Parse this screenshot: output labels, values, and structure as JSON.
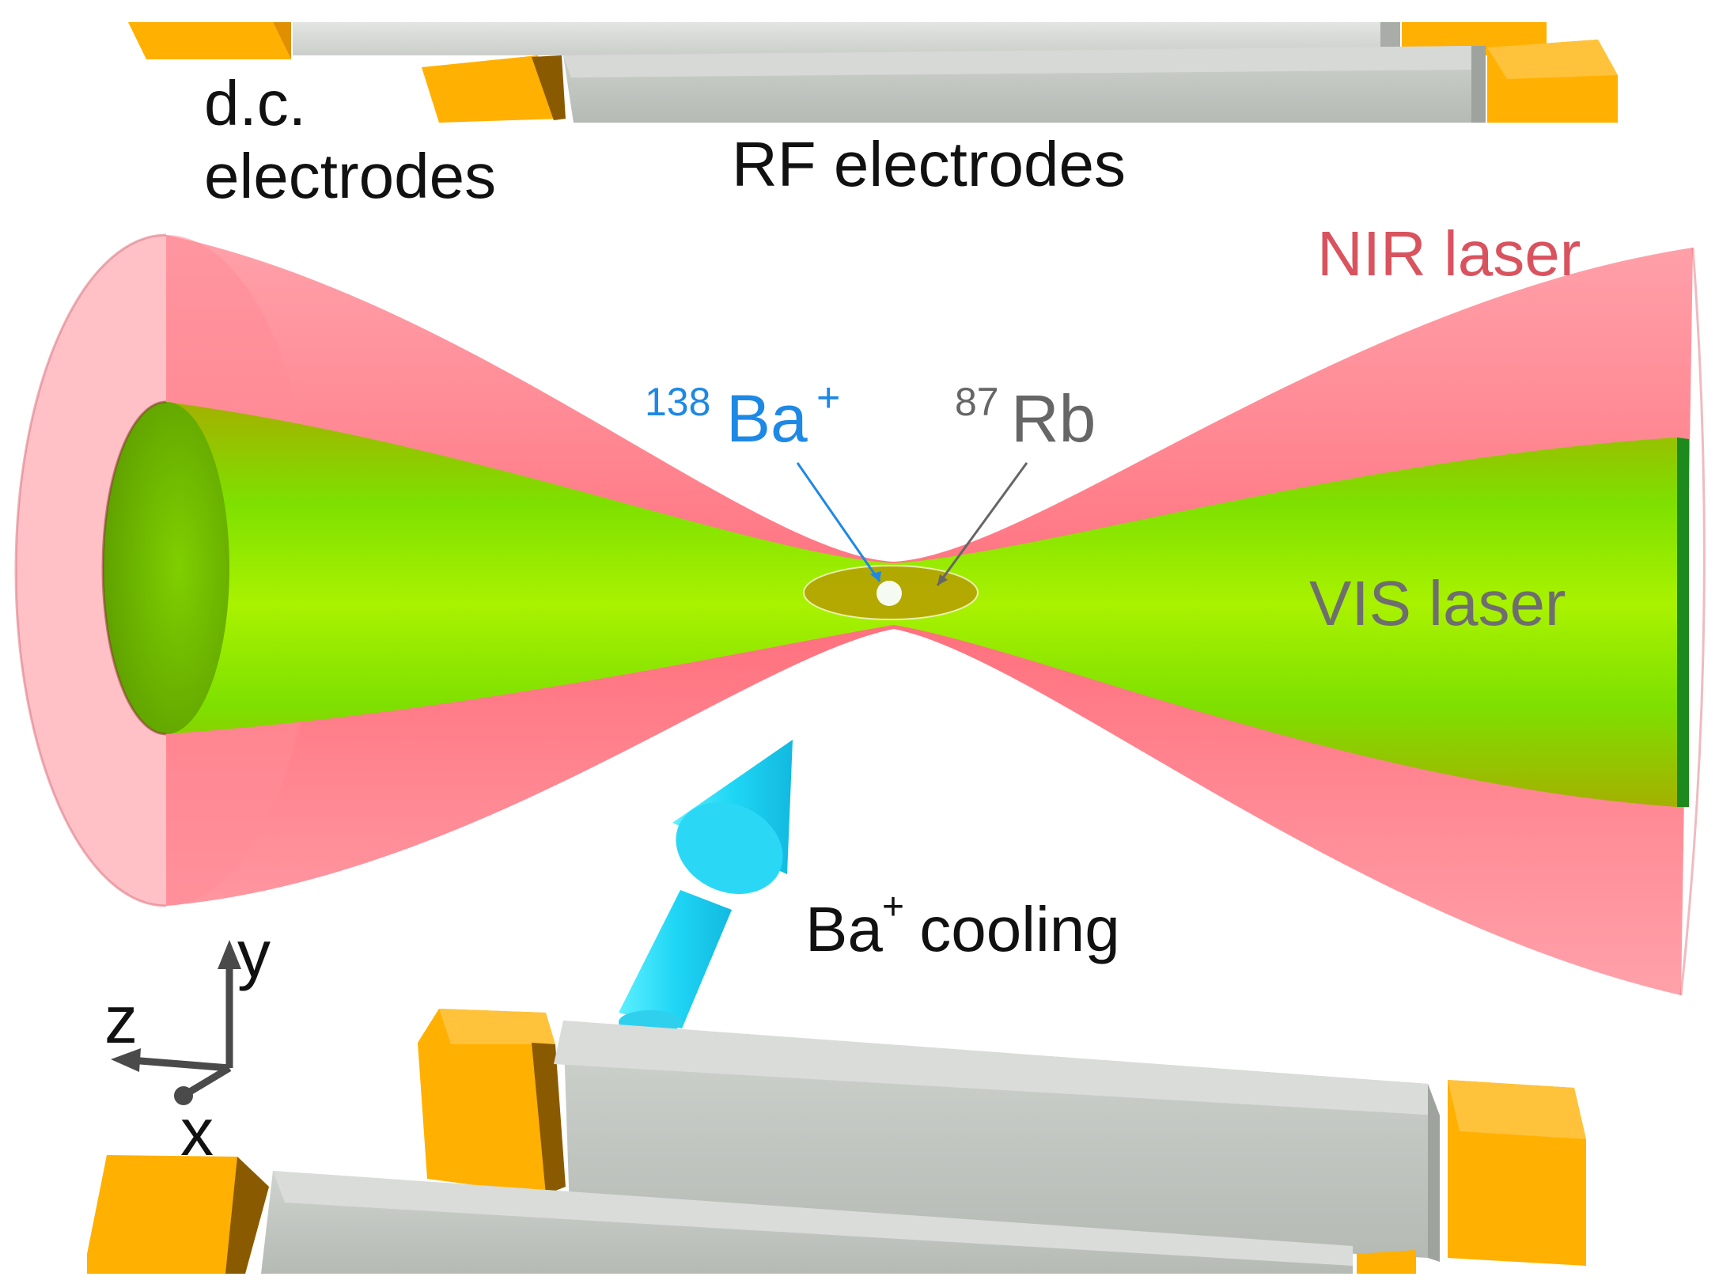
{
  "labels": {
    "dc_line1": "d.c.",
    "dc_line2": "electrodes",
    "rf": "RF electrodes",
    "nir": "NIR laser",
    "vis": "VIS laser",
    "ba_mass": "138",
    "ba_symbol": "Ba",
    "ba_charge": "+",
    "rb_mass": "87",
    "rb_symbol": "Rb",
    "cooling_ba": "Ba",
    "cooling_charge": "+",
    "cooling_rest": " cooling"
  },
  "axes": {
    "y": "y",
    "z": "z",
    "x": "x"
  },
  "colors": {
    "nir_beam": "#ff6b78",
    "vis_beam": "#76f000",
    "dc_electrode": "#ffb000",
    "rf_electrode": "#c9cdc8",
    "ba_label": "#1e88e5",
    "rb_label": "#666666",
    "nir_label": "#d9535f",
    "vis_label": "#6e6e6e",
    "cooling_arrow": "#29e0ff"
  }
}
